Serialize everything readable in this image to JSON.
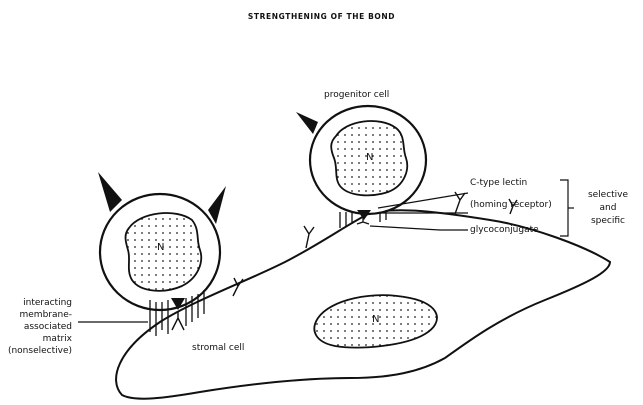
{
  "title": "STRENGTHENING OF THE BOND",
  "labels": {
    "progenitor_cell": "progenitor cell",
    "nucleus_left": "N",
    "nucleus_right": "N",
    "nucleus_stromal": "N",
    "c_type_lectin": "C-type lectin",
    "homing_receptor": "(homing receptor)",
    "glycoconjugate": "glycoconjugate",
    "selective": "selective",
    "and": "and",
    "specific": "specific",
    "interacting_1": "interacting",
    "interacting_2": "membrane-",
    "interacting_3": "associated",
    "interacting_4": "matrix",
    "interacting_5": "(nonselective)",
    "stromal_cell": "stromal cell"
  }
}
